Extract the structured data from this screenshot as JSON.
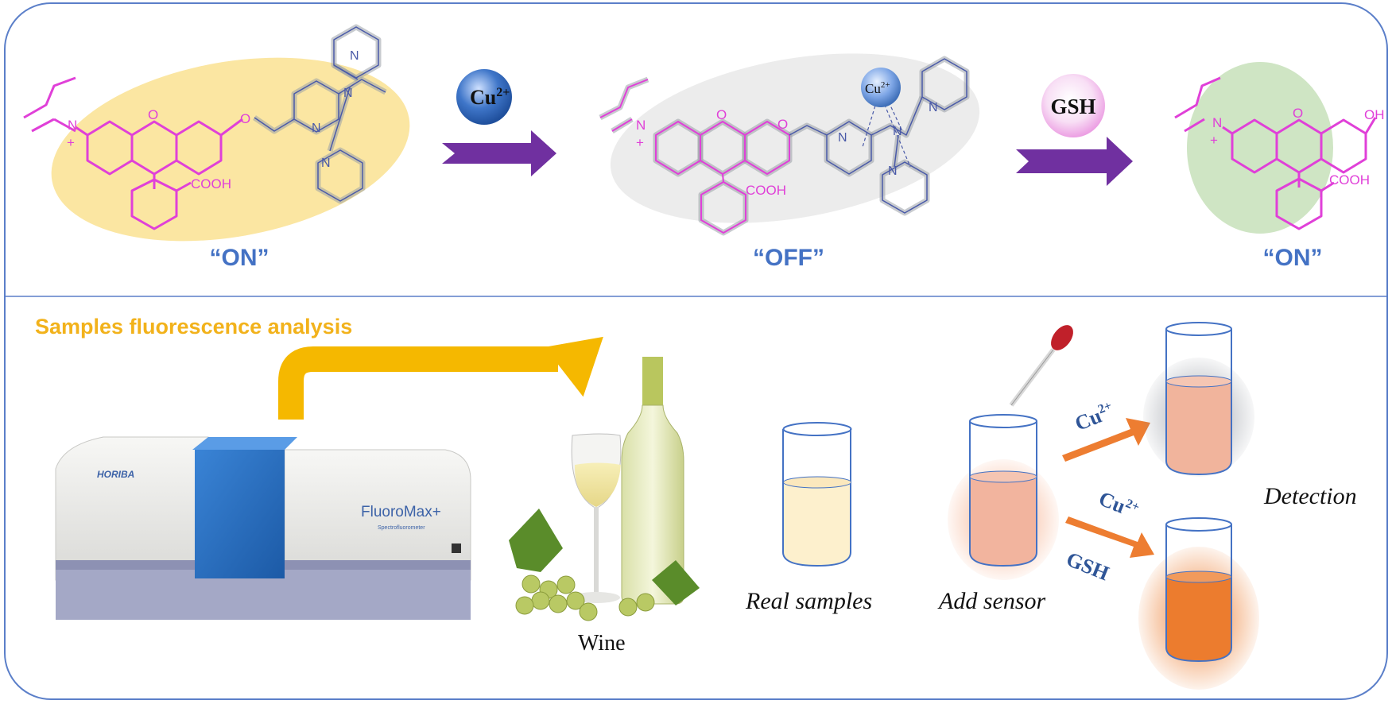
{
  "top_panel": {
    "state_1": "“ON”",
    "state_2": "“OFF”",
    "state_3": "“ON”",
    "reagent_1": "Cu²⁺",
    "reagent_1_base": "Cu",
    "reagent_1_sup": "2+",
    "reagent_2": "GSH",
    "complex_ion_base": "Cu",
    "complex_ion_sup": "2+",
    "chem_labels": {
      "n_plus": "N",
      "plus_sign": "+",
      "oxygen": "O",
      "cooh": "COOH",
      "oh": "OH",
      "pyridine_n": "N",
      "amine_n": "N"
    }
  },
  "bottom_panel": {
    "title": "Samples fluorescence analysis",
    "instrument_brand": "HORIBA",
    "instrument_model": "FluoroMax+",
    "instrument_sub": "Spectrofluorometer",
    "wine_label": "Wine",
    "real_samples_label": "Real samples",
    "add_sensor_label": "Add sensor",
    "detection_label": "Detection",
    "arrow_1_label_base": "Cu",
    "arrow_1_label_sup": "2+",
    "arrow_2_label_base": "Cu",
    "arrow_2_label_sup": "2+",
    "arrow_2_label_2": "GSH"
  },
  "colors": {
    "panel_border": "#5b7fc9",
    "state_text": "#4472c4",
    "title_text": "#f2b21b",
    "fluorophore": "#e040d8",
    "receptor": "#9aa0a8",
    "purple_arrow": "#7030a0",
    "orange_arrow": "#ed7d31",
    "yellow_ellipse": "#fbe6a2",
    "grey_ellipse": "#ececec",
    "green_ellipse": "#cfe5c4",
    "cu_ball": "#3f76c9",
    "gsh_ball": "#f3c4ef",
    "liquid_sample": "#fdf0cd",
    "liquid_sensor": "#f2b49e",
    "liquid_detect_1": "#f1b49c",
    "liquid_detect_2": "#ec7c2e"
  }
}
